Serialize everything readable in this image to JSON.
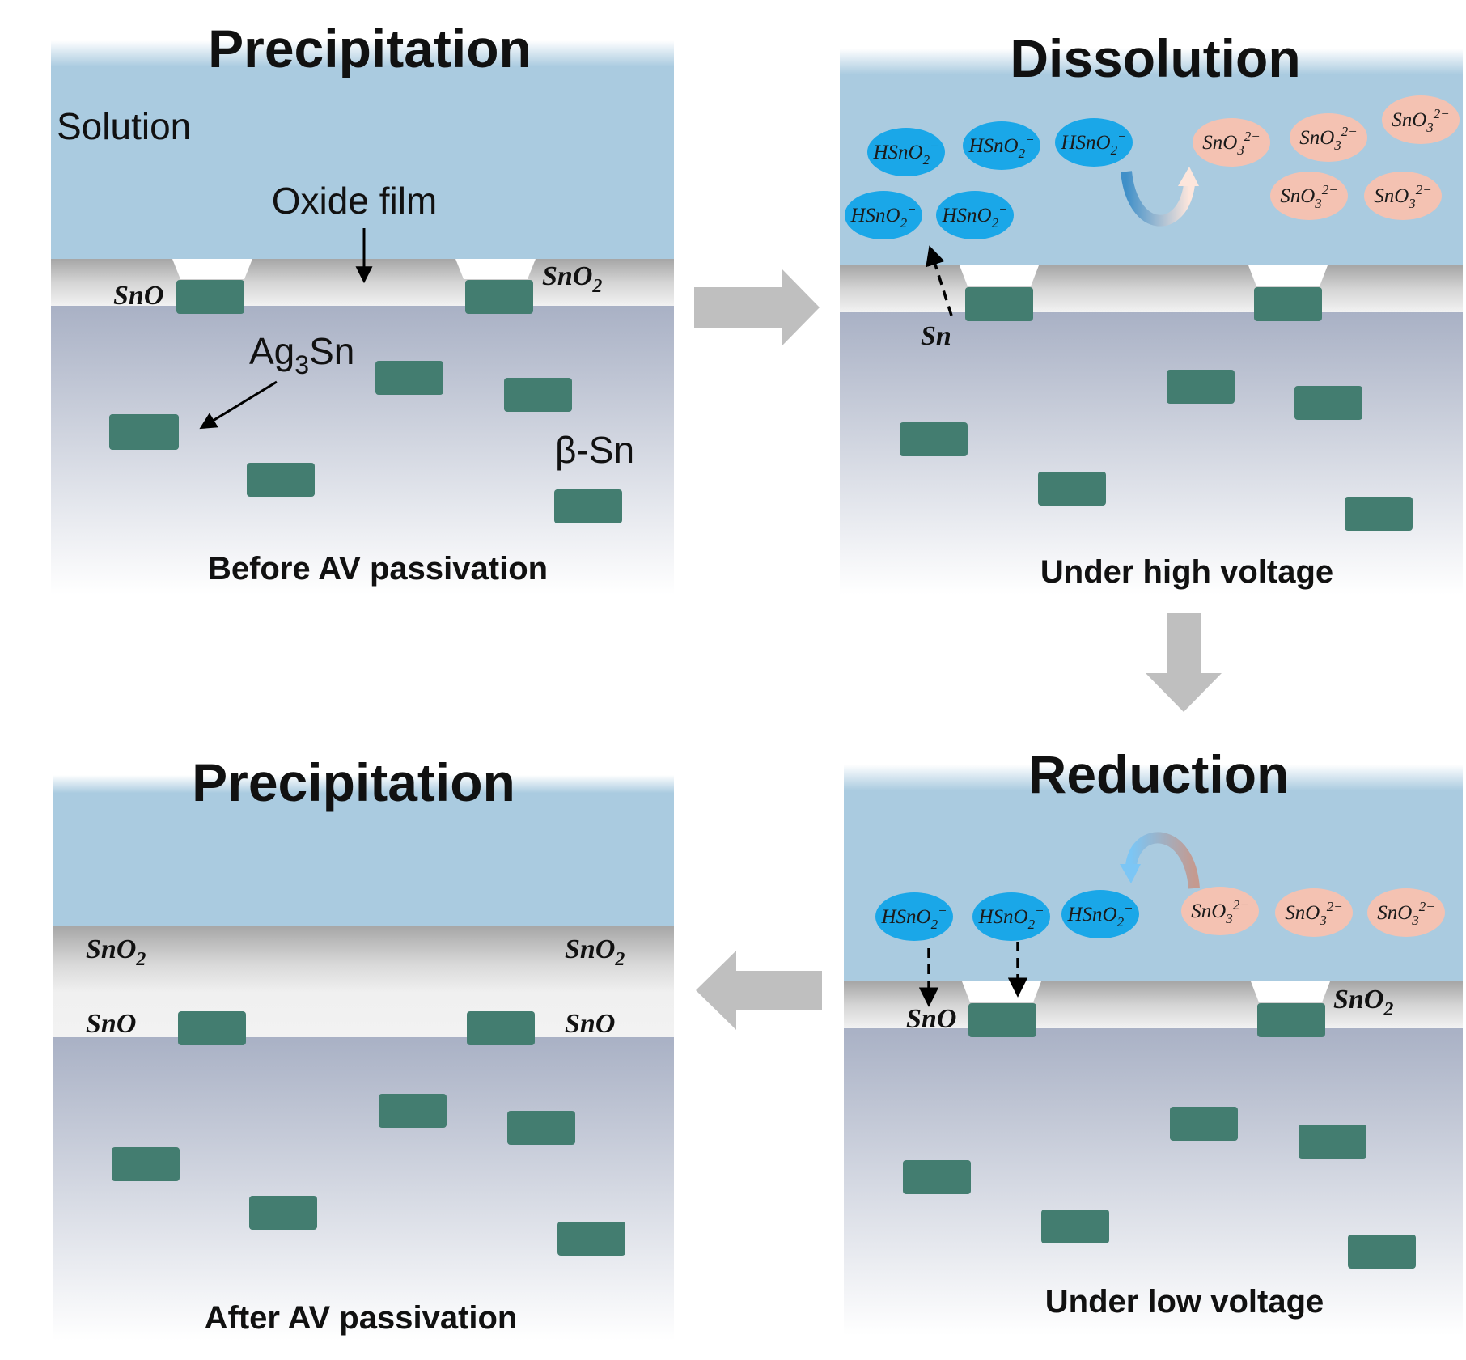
{
  "panels": {
    "top_left": {
      "title": "Precipitation",
      "solution_label": "Solution",
      "oxide_film_label": "Oxide film",
      "sno_label": "SnO",
      "sno2_label": "SnO",
      "sno2_sub": "2",
      "ag3sn_label": "Ag",
      "ag3sn_sub": "3",
      "ag3sn_tail": "Sn",
      "beta_sn_label": "β-Sn",
      "caption": "Before AV passivation"
    },
    "top_right": {
      "title": "Dissolution",
      "sn_label": "Sn",
      "caption": "Under high voltage"
    },
    "bottom_right": {
      "title": "Reduction",
      "sno_label": "SnO",
      "sno2_label": "SnO",
      "sno2_sub": "2",
      "caption": "Under low voltage"
    },
    "bottom_left": {
      "title": "Precipitation",
      "sno2_left": "SnO",
      "sno2_left_sub": "2",
      "sno2_right": "SnO",
      "sno2_right_sub": "2",
      "sno_left": "SnO",
      "sno_right": "SnO",
      "caption": "After AV passivation"
    }
  },
  "ions": {
    "hsno2": {
      "base": "HSnO",
      "sub": "2",
      "sup": "−"
    },
    "sno3": {
      "base": "SnO",
      "sub": "3",
      "sup": "2−"
    }
  },
  "colors": {
    "solution": "#aacbe0",
    "substrate_top": "#a9b1c5",
    "substrate_bottom": "#ffffff",
    "ag3sn_particle": "#437d70",
    "hsno2_ion": "#1aa7e8",
    "sno3_ion": "#f4c2b2",
    "process_arrow": "#bfbfbf"
  },
  "icons": [
    "process-arrow-icon",
    "curved-conversion-arrow-icon",
    "dashed-arrow-icon",
    "pointer-arrow-icon"
  ]
}
